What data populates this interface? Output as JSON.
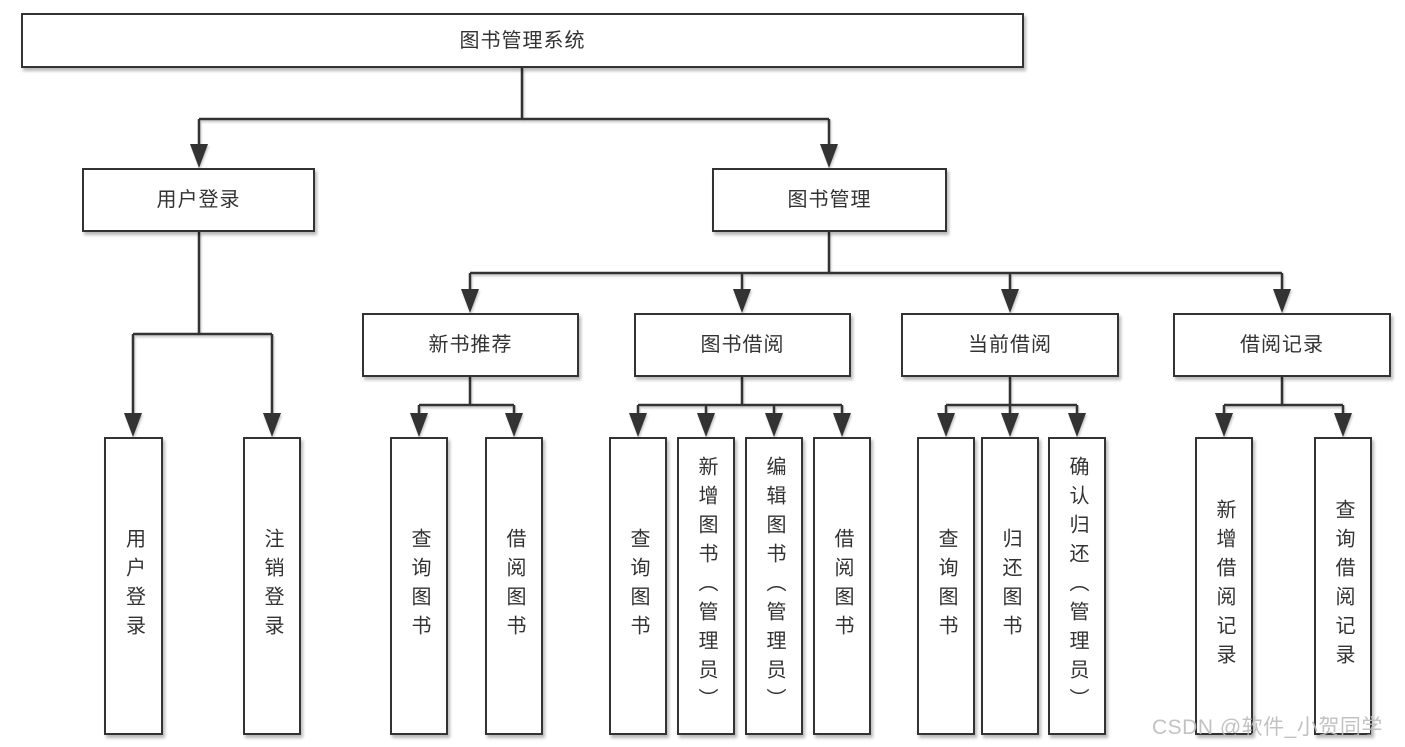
{
  "tree": {
    "root": "图书管理系统",
    "login": {
      "label": "用户登录",
      "children": [
        "用户登录",
        "注销登录"
      ]
    },
    "mgmt": {
      "label": "图书管理",
      "groups": [
        {
          "label": "新书推荐",
          "children": [
            "查询图书",
            "借阅图书"
          ]
        },
        {
          "label": "图书借阅",
          "children": [
            "查询图书",
            "新增图书（管理员）",
            "编辑图书（管理员）",
            "借阅图书"
          ]
        },
        {
          "label": "当前借阅",
          "children": [
            "查询图书",
            "归还图书",
            "确认归还（管理员）"
          ]
        },
        {
          "label": "借阅记录",
          "children": [
            "新增借阅记录",
            "查询借阅记录"
          ]
        }
      ]
    }
  },
  "watermark": {
    "text": "CSDN @软件_小贺同学"
  },
  "colors": {
    "line": "#333333",
    "box_border": "#333333",
    "box_fill": "#ffffff",
    "background": "#ffffff",
    "text": "#333333",
    "watermark": "#bdbdbd"
  }
}
